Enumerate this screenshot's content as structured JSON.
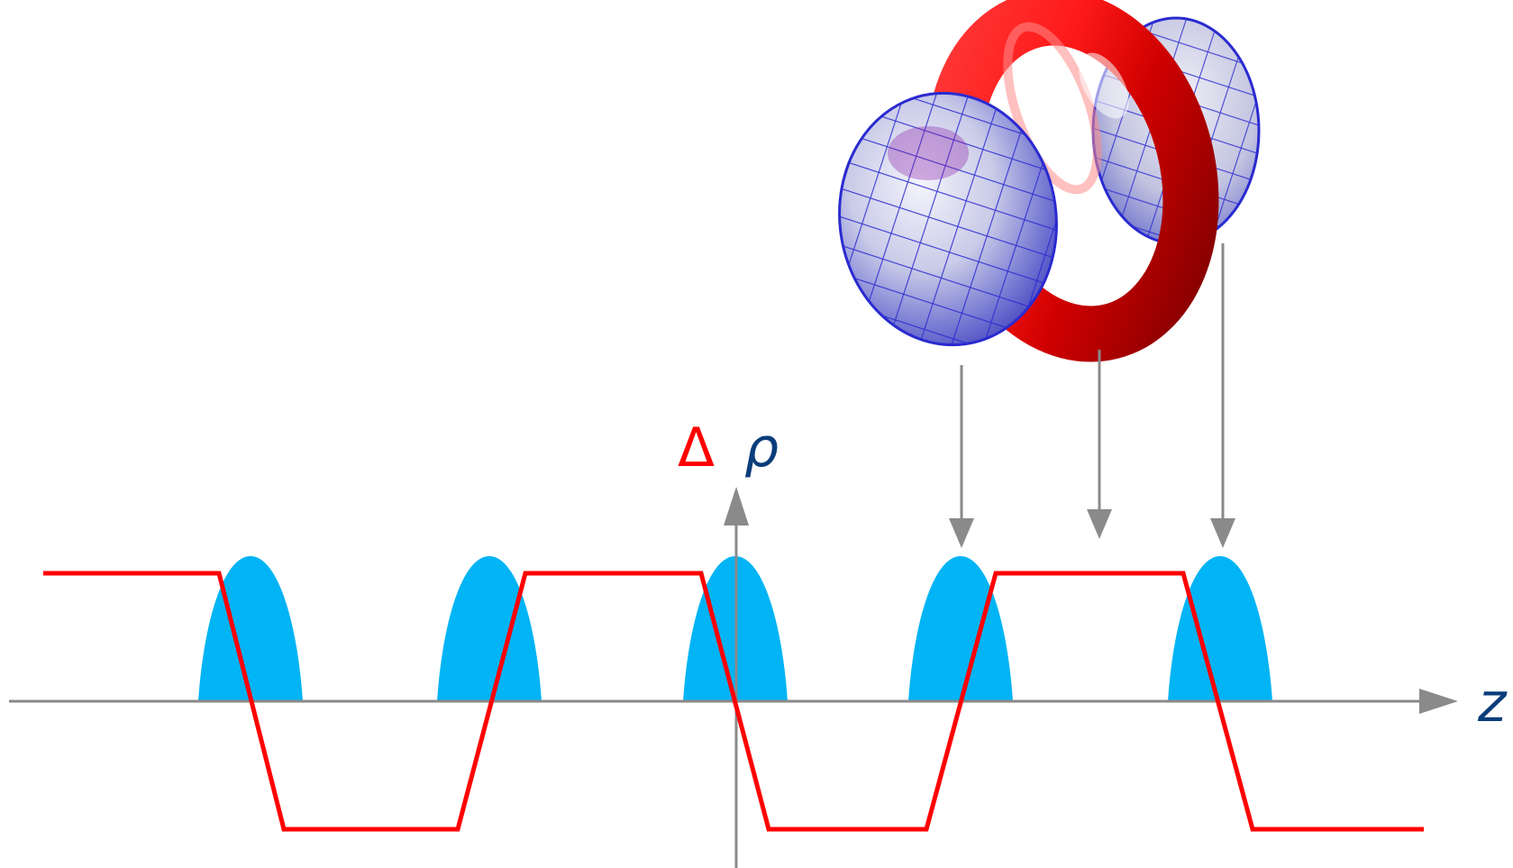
{
  "labels": {
    "delta": "Δ",
    "rho": "ρ",
    "z_axis": "z"
  },
  "colors": {
    "axis": "#8a8a8a",
    "delta_curve": "#ff0000",
    "density_peaks": "#00b4f5",
    "rho_label": "#0b3d7a",
    "delta_label": "#ff0000",
    "torus": "#e00000",
    "lobes": "#b8bfe6",
    "mesh": "#2a2ad0"
  },
  "illustration": {
    "name": "orbital-3d-render",
    "parts": [
      "left-lobe",
      "torus-ring",
      "right-lobe"
    ]
  }
}
